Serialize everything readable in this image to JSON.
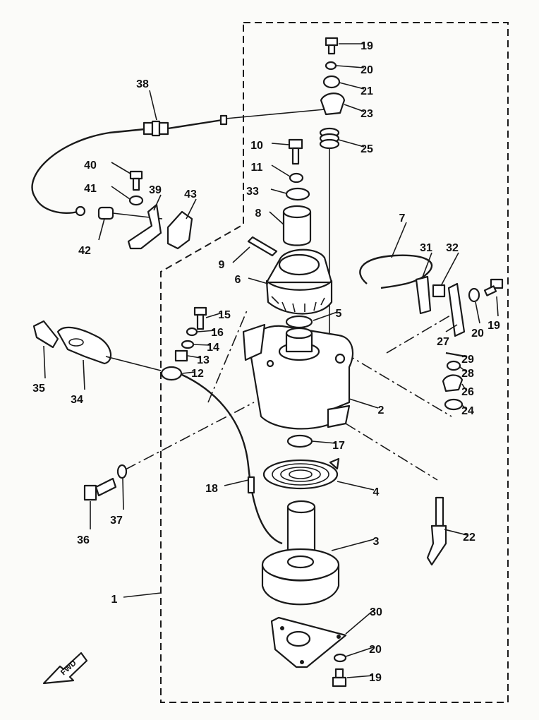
{
  "diagram": {
    "type": "exploded-parts-diagram",
    "line_color": "#1a1a1a",
    "background_color": "#fbfbf9",
    "direction_marker": {
      "label": "FWD",
      "icon": "arrow-icon"
    },
    "callouts": [
      {
        "id": "c1",
        "label": "1"
      },
      {
        "id": "c2",
        "label": "2"
      },
      {
        "id": "c3",
        "label": "3"
      },
      {
        "id": "c4",
        "label": "4"
      },
      {
        "id": "c5",
        "label": "5"
      },
      {
        "id": "c6",
        "label": "6"
      },
      {
        "id": "c7",
        "label": "7"
      },
      {
        "id": "c8",
        "label": "8"
      },
      {
        "id": "c9",
        "label": "9"
      },
      {
        "id": "c10",
        "label": "10"
      },
      {
        "id": "c11",
        "label": "11"
      },
      {
        "id": "c12",
        "label": "12"
      },
      {
        "id": "c13",
        "label": "13"
      },
      {
        "id": "c14",
        "label": "14"
      },
      {
        "id": "c15",
        "label": "15"
      },
      {
        "id": "c16",
        "label": "16"
      },
      {
        "id": "c17",
        "label": "17"
      },
      {
        "id": "c18",
        "label": "18"
      },
      {
        "id": "c19a",
        "label": "19"
      },
      {
        "id": "c19b",
        "label": "19"
      },
      {
        "id": "c19c",
        "label": "19"
      },
      {
        "id": "c20a",
        "label": "20"
      },
      {
        "id": "c20b",
        "label": "20"
      },
      {
        "id": "c20c",
        "label": "20"
      },
      {
        "id": "c21",
        "label": "21"
      },
      {
        "id": "c22",
        "label": "22"
      },
      {
        "id": "c23",
        "label": "23"
      },
      {
        "id": "c24",
        "label": "24"
      },
      {
        "id": "c25",
        "label": "25"
      },
      {
        "id": "c26",
        "label": "26"
      },
      {
        "id": "c27",
        "label": "27"
      },
      {
        "id": "c28",
        "label": "28"
      },
      {
        "id": "c29",
        "label": "29"
      },
      {
        "id": "c30",
        "label": "30"
      },
      {
        "id": "c31",
        "label": "31"
      },
      {
        "id": "c32",
        "label": "32"
      },
      {
        "id": "c33",
        "label": "33"
      },
      {
        "id": "c34",
        "label": "34"
      },
      {
        "id": "c35",
        "label": "35"
      },
      {
        "id": "c36",
        "label": "36"
      },
      {
        "id": "c37",
        "label": "37"
      },
      {
        "id": "c38",
        "label": "38"
      },
      {
        "id": "c39",
        "label": "39"
      },
      {
        "id": "c40",
        "label": "40"
      },
      {
        "id": "c41",
        "label": "41"
      },
      {
        "id": "c42",
        "label": "42"
      },
      {
        "id": "c43",
        "label": "43"
      }
    ]
  }
}
